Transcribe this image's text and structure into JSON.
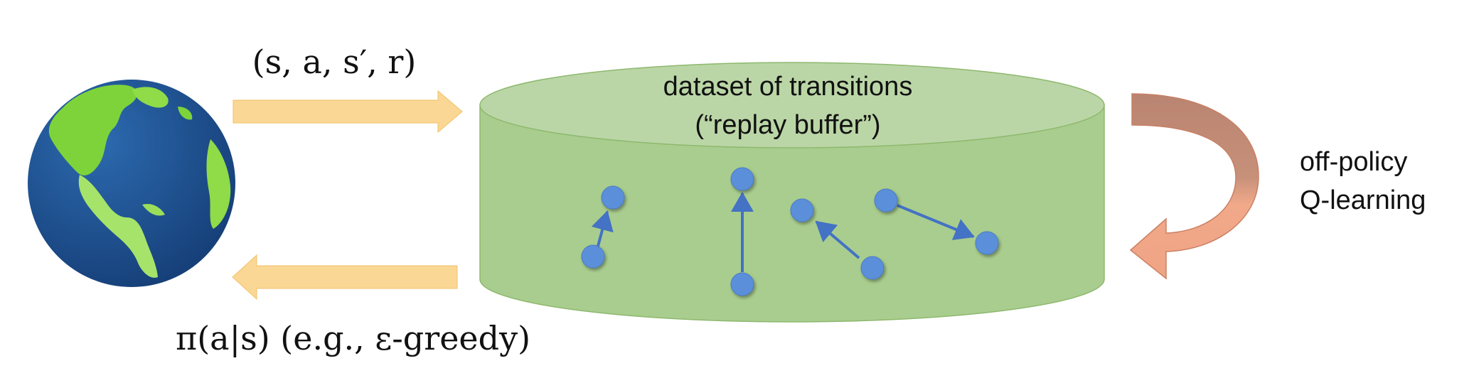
{
  "top_arrow": {
    "label": "(s, a, s′, r)"
  },
  "bottom_arrow": {
    "label": "π(a|s) (e.g., ε-greedy)"
  },
  "buffer": {
    "title_line1": "dataset of transitions",
    "title_line2": "(“replay buffer”)"
  },
  "update": {
    "label_line1": "off-policy",
    "label_line2": "Q-learning"
  },
  "colors": {
    "transfer_arrow": "#FAD794",
    "cylinder_body": "#A9CD8E",
    "cylinder_top": "#BBD6A6",
    "dot": "#5B8FDA",
    "link": "#4472C4",
    "curved_arrow": "#EBA27F",
    "ocean": "#1E4E8C",
    "land": "#7ED33A"
  },
  "icons": {
    "world": "globe-icon",
    "to_buffer": "right-arrow-icon",
    "to_world": "left-arrow-icon",
    "update_loop": "curved-arrow-icon"
  }
}
